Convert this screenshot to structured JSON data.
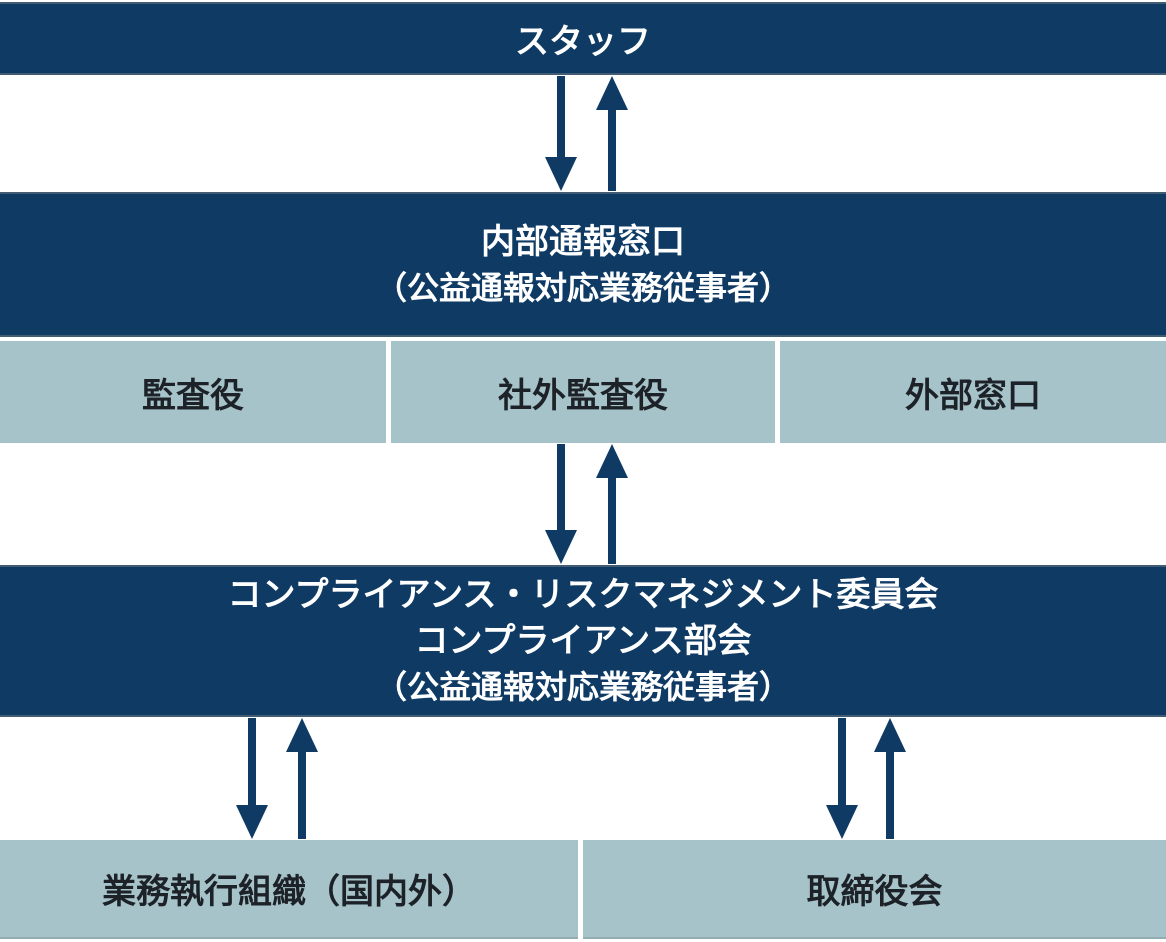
{
  "colors": {
    "navy": "#0e3a64",
    "light_cell": "#a6c3c9",
    "cell_text": "#1c2227",
    "arrow": "#0e3a64",
    "background": "#ffffff"
  },
  "diagram": {
    "staff_bar": {
      "label": "スタッフ"
    },
    "internal_contact_bar": {
      "line1": "内部通報窓口",
      "line2": "（公益通報対応業務従事者）"
    },
    "middle_row": {
      "cells": [
        {
          "label": "監査役"
        },
        {
          "label": "社外監査役"
        },
        {
          "label": "外部窓口"
        }
      ]
    },
    "committee_bar": {
      "line1": "コンプライアンス・リスクマネジメント委員会",
      "line2": "コンプライアンス部会",
      "line3": "（公益通報対応業務従事者）"
    },
    "bottom_row": {
      "cells": [
        {
          "label": "業務執行組織（国内外）"
        },
        {
          "label": "取締役会"
        }
      ]
    }
  }
}
